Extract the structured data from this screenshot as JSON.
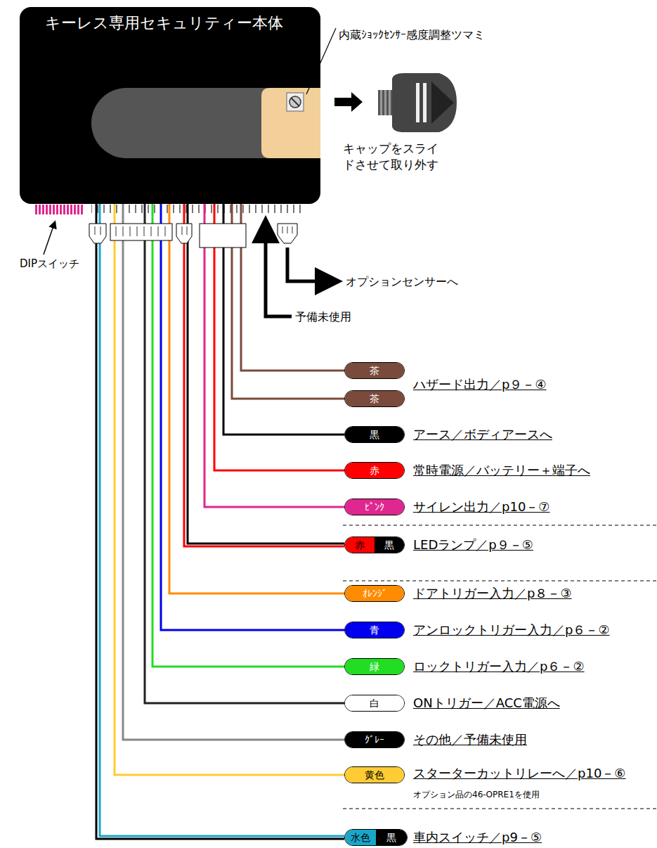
{
  "diagram": {
    "nodes": [
      {
        "text": [
          "キーレス専用セキュリティー本体"
        ]
      },
      {
        "text": [
          "茶"
        ]
      },
      {
        "text": [
          "茶"
        ]
      },
      {
        "text": [
          "黒"
        ]
      },
      {
        "text": [
          "赤"
        ]
      },
      {
        "text": [
          "ﾋﾟﾝｸ"
        ]
      },
      {
        "text": [
          "赤",
          "黒"
        ]
      },
      {
        "text": [
          "ｵﾚﾝｼﾞ"
        ]
      },
      {
        "text": [
          "青"
        ]
      },
      {
        "text": [
          "緑"
        ]
      },
      {
        "text": [
          "白"
        ]
      },
      {
        "text": [
          "ｸﾞﾚｰ"
        ]
      },
      {
        "text": [
          "黄色"
        ]
      },
      {
        "text": [
          "水色",
          "黒"
        ]
      }
    ],
    "edges": [
      {
        "from": 0,
        "to": 1,
        "arrow": "none"
      },
      {
        "from": 0,
        "to": 2,
        "arrow": "none"
      },
      {
        "from": 0,
        "to": 3,
        "arrow": "none"
      },
      {
        "from": 0,
        "to": 4,
        "arrow": "none"
      },
      {
        "from": 0,
        "to": 5,
        "arrow": "none"
      },
      {
        "from": 0,
        "to": 6,
        "arrow": "none"
      },
      {
        "from": 0,
        "to": 7,
        "arrow": "none"
      },
      {
        "from": 0,
        "to": 8,
        "arrow": "none"
      },
      {
        "from": 0,
        "to": 9,
        "arrow": "none"
      },
      {
        "from": 0,
        "to": 10,
        "arrow": "none"
      },
      {
        "from": 0,
        "to": 11,
        "arrow": "none"
      },
      {
        "from": 0,
        "to": 12,
        "arrow": "none"
      },
      {
        "from": 0,
        "to": 13,
        "arrow": "none"
      }
    ],
    "labels": [
      "内蔵ｼｮｯｸｾﾝｻｰ感度調整ツマミ",
      "キャップをスライドさせて取り外す",
      "DIPスイッチ",
      "オプションセンサーへ",
      "予備未使用",
      "ハザード出力／p９－④",
      "アース／ボディアースへ",
      "常時電源／バッテリー＋端子へ",
      "サイレン出力／p10－⑦",
      "LEDランプ／p９－⑤",
      "ドアトリガー入力／p８－③",
      "アンロックトリガー入力／p６－②",
      "ロックトリガー入力／p６－②",
      "ONトリガー／ACC電源へ",
      "その他／予備未使用",
      "スターターカットリレーへ／p10－⑥",
      "オプション品の46-OPRE1を使用",
      "車内スイッチ／p9－⑤"
    ]
  }
}
